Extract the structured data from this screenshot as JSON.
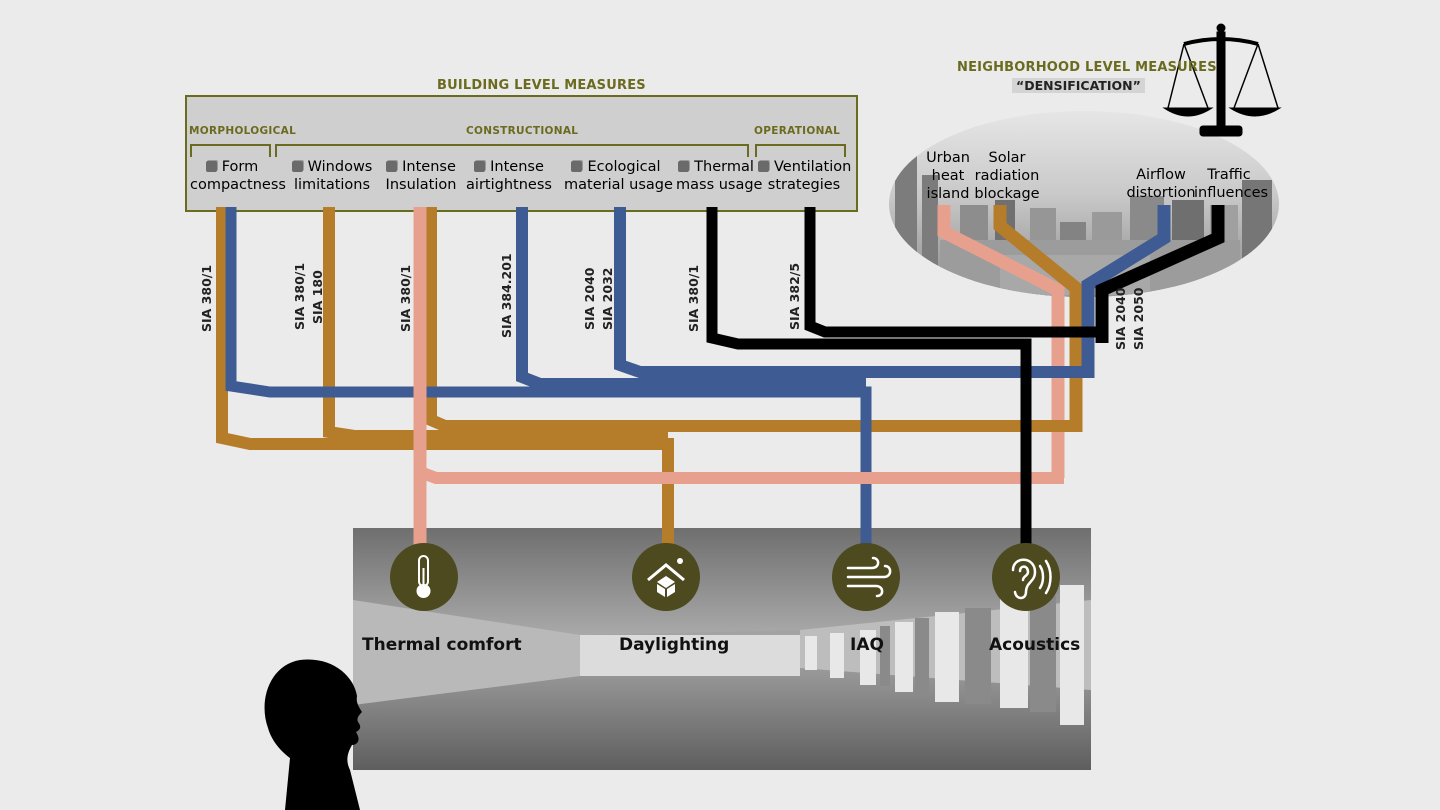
{
  "building": {
    "title": "BUILDING LEVEL MEASURES",
    "groups": {
      "morphological": "MORPHOLOGICAL",
      "constructional": "CONSTRUCTIONAL",
      "operational": "OPERATIONAL"
    },
    "measures": [
      {
        "line1": "Form",
        "line2": "compactness"
      },
      {
        "line1": "Windows",
        "line2": "limitations"
      },
      {
        "line1": "Intense",
        "line2": "Insulation"
      },
      {
        "line1": "Intense",
        "line2": "airtightness"
      },
      {
        "line1": "Ecological",
        "line2": "material usage"
      },
      {
        "line1": "Thermal",
        "line2": "mass usage"
      },
      {
        "line1": "Ventilation",
        "line2": "strategies"
      }
    ]
  },
  "neighborhood": {
    "title": "NEIGHBORHOOD LEVEL MEASURES",
    "subtitle": "“DENSIFICATION”",
    "measures": [
      {
        "lines": [
          "Urban",
          "heat",
          "island"
        ]
      },
      {
        "lines": [
          "Solar",
          "radiation",
          "blockage"
        ]
      },
      {
        "lines": [
          "Airflow",
          "distortion"
        ]
      },
      {
        "lines": [
          "Traffic",
          "influences"
        ]
      }
    ]
  },
  "standards": [
    "SIA 380/1",
    "SIA 380/1",
    "SIA 180",
    "SIA 380/1",
    "SIA 384.201",
    "SIA 2040",
    "SIA 2032",
    "SIA 380/1",
    "SIA 382/5",
    "SIA 2040",
    "SIA 2050"
  ],
  "outcomes": {
    "thermal": "Thermal comfort",
    "daylighting": "Daylighting",
    "iaq": "IAQ",
    "acoustics": "Acoustics"
  },
  "colors": {
    "thermal": "#e8a08e",
    "daylight": "#b57c2a",
    "iaq": "#3f5b93",
    "acoustics": "#000000",
    "accent": "#6b6b1f",
    "icon_bg": "#4d4a1f"
  }
}
